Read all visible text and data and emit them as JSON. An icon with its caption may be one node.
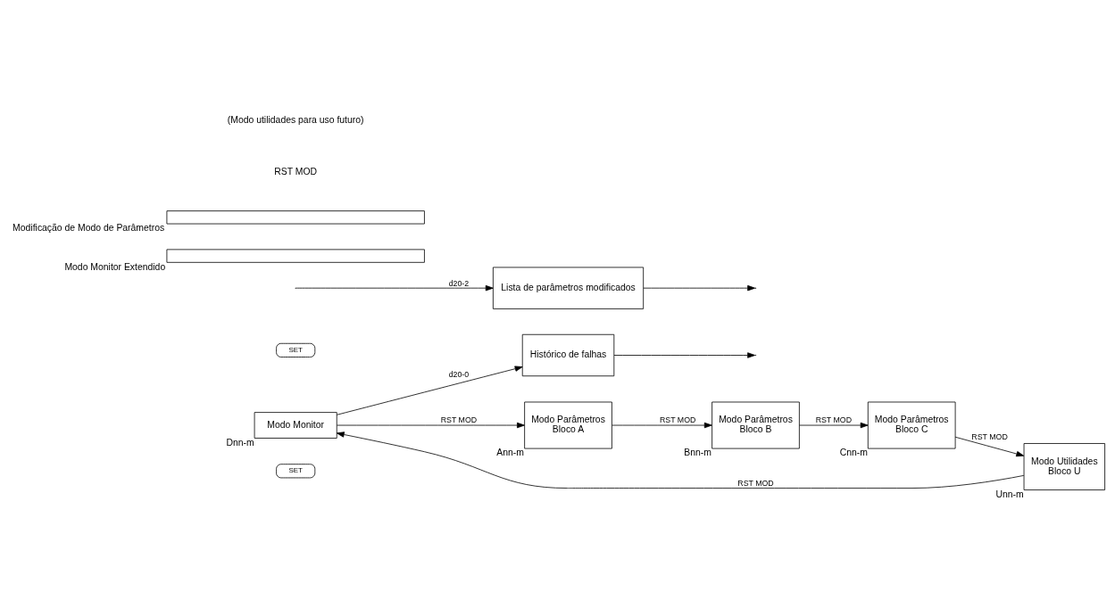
{
  "diagram": {
    "nodes": [
      {
        "text": [
          "SET"
        ]
      },
      {
        "text": [
          "Modo Monitor"
        ],
        "beside": [
          "Dnn-m"
        ]
      },
      {
        "text": [
          "Histórico de falhas"
        ]
      },
      {
        "text": [
          "SET"
        ]
      },
      {
        "text": [
          "Lista de parâmetros modificados"
        ]
      },
      {
        "text": [],
        "shape": "bar",
        "beside": [
          "Modo Monitor Extendido"
        ]
      },
      {
        "text": [
          "Modo Parâmetros",
          "Bloco A"
        ],
        "beside": [
          "Ann-m"
        ]
      },
      {
        "text": [
          "Modo Parâmetros",
          "Bloco B"
        ],
        "beside": [
          "Bnn-m"
        ]
      },
      {
        "text": [
          "Modo Parâmetros",
          "Bloco C"
        ],
        "beside": [
          "Cnn-m"
        ]
      },
      {
        "text": [
          "Modo Utilidades",
          "Bloco U"
        ],
        "beside": [
          "Unn-m"
        ]
      },
      {
        "text": [],
        "shape": "bar",
        "beside": [
          "Modificação de Modo de Parâmetros"
        ]
      }
    ],
    "edges": [
      {
        "from": 1,
        "to": 6,
        "arrow": "to",
        "label": "RST MOD"
      },
      {
        "from": 1,
        "to": 2,
        "arrow": "to",
        "label": "d20-0"
      },
      {
        "from": 2,
        "to": null,
        "arrow": "to"
      },
      {
        "from": null,
        "to": 4,
        "arrow": "to",
        "label": "d20-2"
      },
      {
        "from": 4,
        "to": null,
        "arrow": "to"
      },
      {
        "from": 6,
        "to": 7,
        "arrow": "to",
        "label": "RST MOD"
      },
      {
        "from": 7,
        "to": 8,
        "arrow": "to",
        "label": "RST MOD"
      },
      {
        "from": 8,
        "to": 9,
        "arrow": "to",
        "label": "RST MOD"
      },
      {
        "from": 9,
        "to": 1,
        "arrow": "to",
        "label": "RST MOD"
      }
    ],
    "labels": [
      "RST MOD",
      "(Modo utilidades para uso futuro)"
    ]
  }
}
